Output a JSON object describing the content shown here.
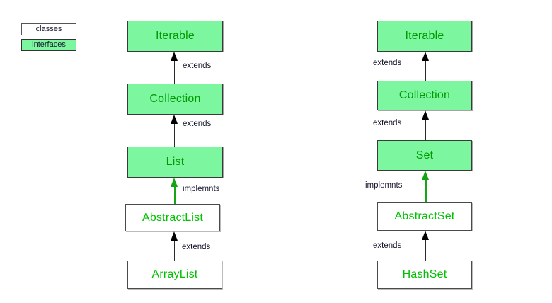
{
  "legend": {
    "classes_label": "classes",
    "interfaces_label": "interfaces"
  },
  "colors": {
    "interface_fill": "#7df79f",
    "interface_text": "#009900",
    "class_fill": "#ffffff",
    "class_text": "#00c000",
    "extends_arrow": "#000000",
    "implements_arrow": "#13a313",
    "label_text": "#16162b",
    "background": "#ffffff"
  },
  "left_hierarchy": {
    "nodes": [
      {
        "label": "Iterable",
        "kind": "interface"
      },
      {
        "label": "Collection",
        "kind": "interface"
      },
      {
        "label": "List",
        "kind": "interface"
      },
      {
        "label": "AbstractList",
        "kind": "class"
      },
      {
        "label": "ArrayList",
        "kind": "class"
      }
    ],
    "edges": [
      {
        "label": "extends",
        "from": "Collection",
        "to": "Iterable",
        "style": "extends"
      },
      {
        "label": "extends",
        "from": "List",
        "to": "Collection",
        "style": "extends"
      },
      {
        "label": "implemnts",
        "from": "AbstractList",
        "to": "List",
        "style": "implements"
      },
      {
        "label": "extends",
        "from": "ArrayList",
        "to": "AbstractList",
        "style": "extends"
      }
    ]
  },
  "right_hierarchy": {
    "nodes": [
      {
        "label": "Iterable",
        "kind": "interface"
      },
      {
        "label": "Collection",
        "kind": "interface"
      },
      {
        "label": "Set",
        "kind": "interface"
      },
      {
        "label": "AbstractSet",
        "kind": "class"
      },
      {
        "label": "HashSet",
        "kind": "class"
      }
    ],
    "edges": [
      {
        "label": "extends",
        "from": "Collection",
        "to": "Iterable",
        "style": "extends"
      },
      {
        "label": "extends",
        "from": "Set",
        "to": "Collection",
        "style": "extends"
      },
      {
        "label": "implemnts",
        "from": "AbstractSet",
        "to": "Set",
        "style": "implements"
      },
      {
        "label": "extends",
        "from": "HashSet",
        "to": "AbstractSet",
        "style": "extends"
      }
    ]
  }
}
